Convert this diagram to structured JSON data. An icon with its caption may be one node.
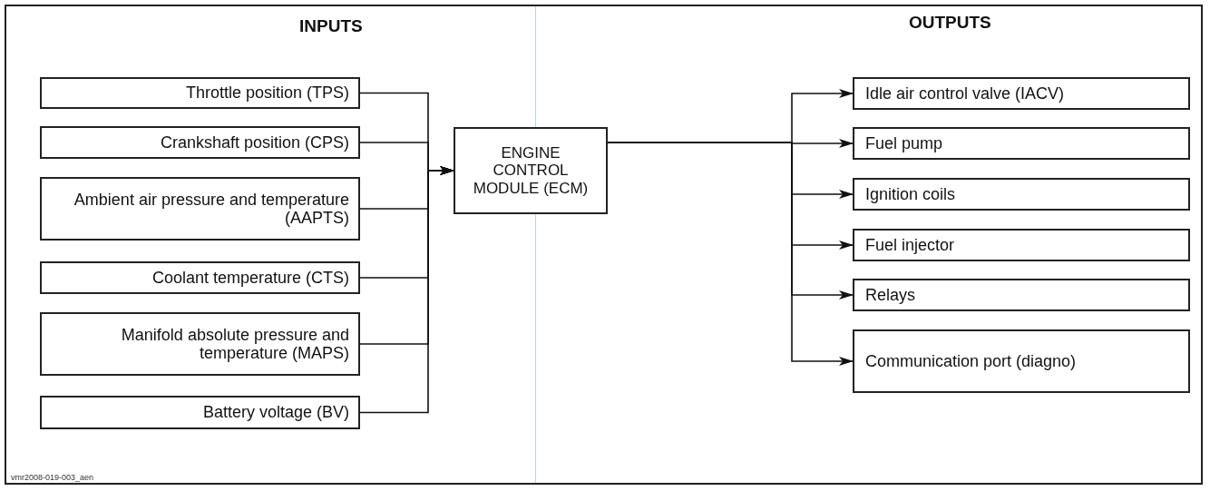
{
  "diagram": {
    "nodes": [
      {
        "text": [
          "Throttle position (TPS)"
        ]
      },
      {
        "text": [
          "Crankshaft position (CPS)"
        ]
      },
      {
        "text": [
          "Ambient air pressure and temperature (AAPTS)"
        ]
      },
      {
        "text": [
          "Coolant temperature (CTS)"
        ]
      },
      {
        "text": [
          "Manifold absolute pressure and temperature (MAPS)"
        ]
      },
      {
        "text": [
          "Battery voltage (BV)"
        ]
      },
      {
        "text": [
          "ENGINE CONTROL MODULE (ECM)"
        ]
      },
      {
        "text": [
          "Idle air control valve (IACV)"
        ]
      },
      {
        "text": [
          "Fuel pump"
        ]
      },
      {
        "text": [
          "Ignition coils"
        ]
      },
      {
        "text": [
          "Fuel injector"
        ]
      },
      {
        "text": [
          "Relays"
        ]
      },
      {
        "text": [
          "Communication port (diagno)"
        ]
      }
    ],
    "edges": [
      {
        "from": 0,
        "to": 6,
        "arrow": "to"
      },
      {
        "from": 1,
        "to": 6,
        "arrow": "to"
      },
      {
        "from": 2,
        "to": 6,
        "arrow": "to"
      },
      {
        "from": 3,
        "to": 6,
        "arrow": "to"
      },
      {
        "from": 4,
        "to": 6,
        "arrow": "to"
      },
      {
        "from": 5,
        "to": 6,
        "arrow": "to"
      },
      {
        "from": 6,
        "to": 7,
        "arrow": "to"
      },
      {
        "from": 6,
        "to": 8,
        "arrow": "to"
      },
      {
        "from": 6,
        "to": 9,
        "arrow": "to"
      },
      {
        "from": 6,
        "to": 10,
        "arrow": "to"
      },
      {
        "from": 6,
        "to": 11,
        "arrow": "to"
      },
      {
        "from": 6,
        "to": 12,
        "arrow": "to"
      }
    ],
    "labels": [
      "INPUTS",
      "OUTPUTS",
      "vmr2008-019-003_aen"
    ]
  }
}
